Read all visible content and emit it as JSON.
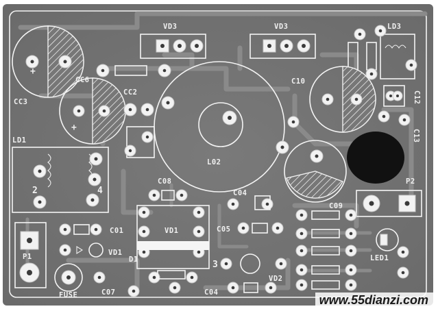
{
  "board": {
    "labels": {
      "cc3": "CC3",
      "vd3": "VD3",
      "ld3": "LD3",
      "cc6": "CC6",
      "cc2": "CC2",
      "c10": "C10",
      "c12": "C12",
      "c13": "C13",
      "ld1": "LD1",
      "l02": "L02",
      "p2": "P2",
      "c08": "C08",
      "c04": "C04",
      "c09": "C09",
      "c01": "C01",
      "vd1_top": "VD1",
      "vd1_left": "VD1",
      "c05": "C05",
      "led1": "LED1",
      "p1": "P1",
      "d1": "D1",
      "vd2": "VD2",
      "fuse": "FUSE",
      "c07": "C07",
      "c04_bottom": "C04",
      "num2": "2",
      "num4": "4",
      "num3": "3",
      "plus1": "+",
      "plus2": "+"
    }
  },
  "watermark": "www.55dianzi.com"
}
